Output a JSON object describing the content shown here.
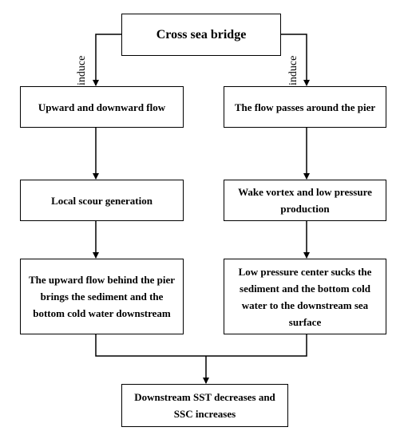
{
  "diagram": {
    "root": "Cross sea bridge",
    "edge_label_left": "induce",
    "edge_label_right": "induce",
    "left_branch": [
      "Upward and downward flow",
      "Local scour generation",
      "The upward flow behind the pier brings the sediment and the bottom cold water downstream"
    ],
    "right_branch": [
      "The flow passes around the pier",
      "Wake vortex and low pressure production",
      "Low pressure center sucks the sediment and the bottom cold water to the downstream sea surface"
    ],
    "outcome": "Downstream SST decreases and SSC increases"
  }
}
